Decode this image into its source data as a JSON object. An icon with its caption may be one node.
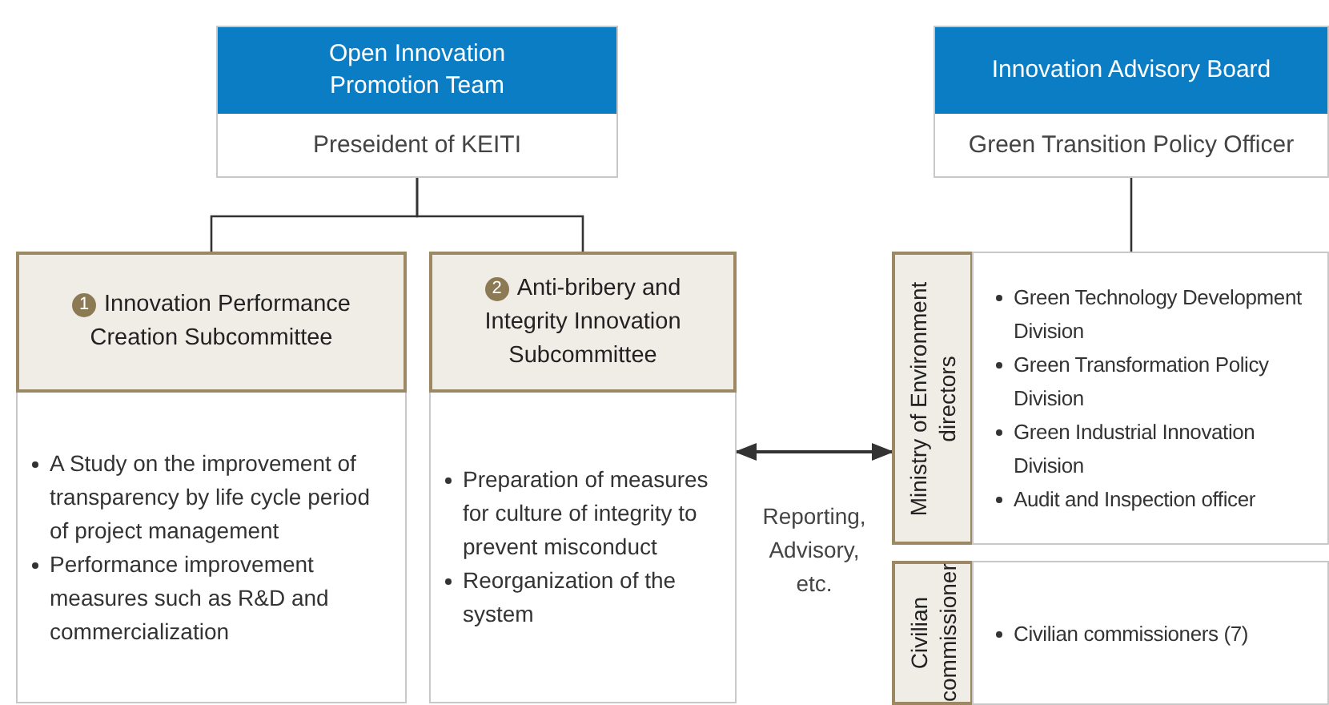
{
  "diagram": {
    "nodes": [
      {
        "text": [
          "Open Innovation Promotion Team",
          "Preseident of KEITI"
        ]
      },
      {
        "text": [
          "1",
          "Innovation Performance Creation Subcommittee"
        ]
      },
      {
        "text": [
          "A Study on the improvement of transparency by life cycle period of project management",
          "Performance improvement measures such as R&D and commercialization"
        ]
      },
      {
        "text": [
          "2",
          "Anti-bribery and Integrity Innovation Subcommittee"
        ]
      },
      {
        "text": [
          "Preparation of measures for culture of integrity to prevent misconduct",
          "Reorganization of the system"
        ]
      },
      {
        "text": [
          "Innovation Advisory Board",
          "Green Transition Policy Officer"
        ]
      },
      {
        "text": [
          "Ministry of Environment directors"
        ]
      },
      {
        "text": [
          "Green Technology Development Division",
          "Green Transformation Policy Division",
          "Green Industrial Innovation Division",
          "Audit and Inspection officer"
        ]
      },
      {
        "text": [
          "Civilian commissioner"
        ]
      },
      {
        "text": [
          "Civilian commissioners (7)"
        ]
      }
    ],
    "edges": [
      {
        "from": 0,
        "to": 1,
        "arrow": "none"
      },
      {
        "from": 0,
        "to": 3,
        "arrow": "none"
      },
      {
        "from": 5,
        "to": 7,
        "arrow": "none"
      },
      {
        "from": 4,
        "to": 6,
        "arrow": "both",
        "label": "Reporting, Advisory, etc."
      }
    ]
  }
}
